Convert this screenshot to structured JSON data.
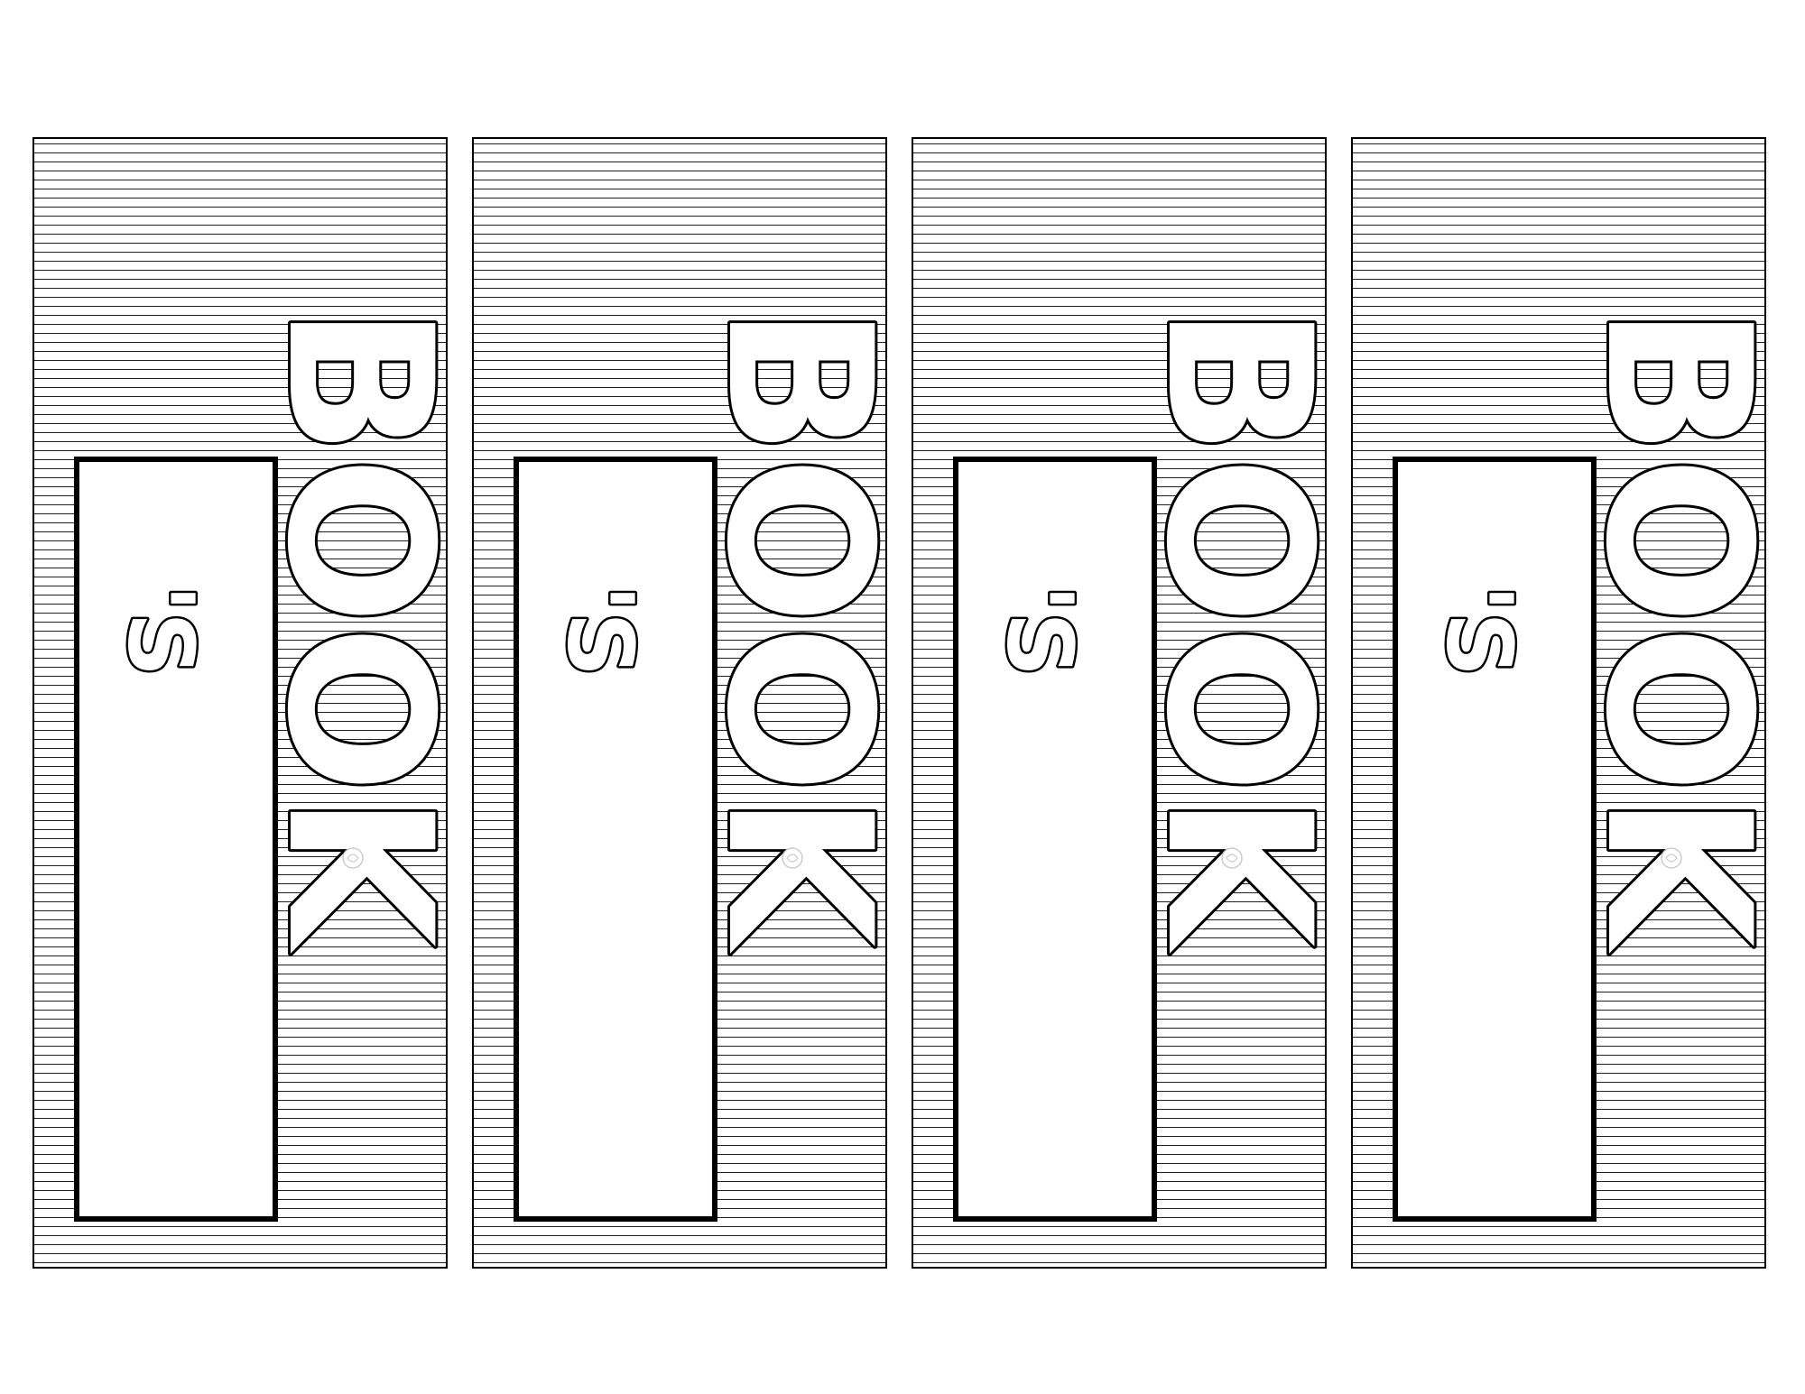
{
  "bookmarks": [
    {
      "title": "BOOK",
      "possessive": "'S"
    },
    {
      "title": "BOOK",
      "possessive": "'S"
    },
    {
      "title": "BOOK",
      "possessive": "'S"
    },
    {
      "title": "BOOK",
      "possessive": "'S"
    }
  ],
  "colors": {
    "ink": "#000000",
    "paper": "#ffffff"
  },
  "icons": {
    "corner_logo": "faint-logo-mark"
  }
}
